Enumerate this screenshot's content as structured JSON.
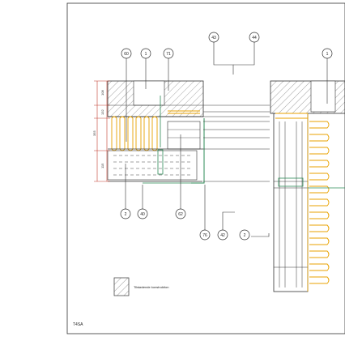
{
  "drawing": {
    "code": "T4SA",
    "legend_text": "Tilstødende konstruktion",
    "dimensions": [
      "108",
      "132",
      "115",
      "355"
    ],
    "callouts_top": [
      "60",
      "1",
      "71",
      "43",
      "44",
      "1"
    ],
    "callouts_bottom": [
      "2",
      "40",
      "62",
      "76",
      "42",
      "2"
    ],
    "colors": {
      "line": "#333333",
      "insulation": "#e8a200",
      "membrane": "#2e8b57",
      "dim": "#c0392b",
      "hatch": "#555555"
    }
  }
}
